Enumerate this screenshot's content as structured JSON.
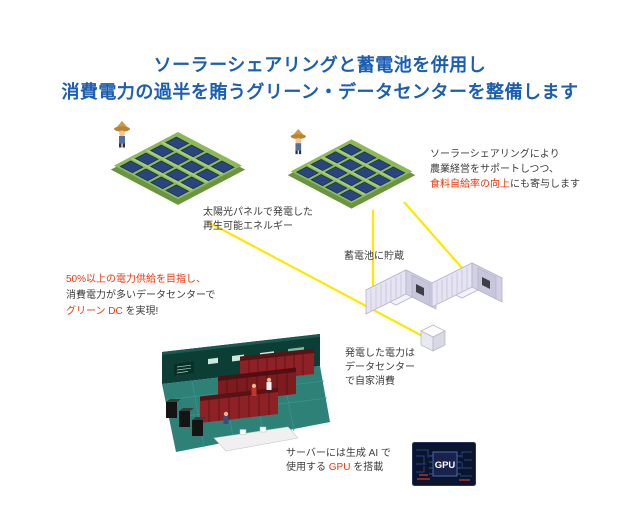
{
  "title": {
    "line1": "ソーラーシェアリングと蓄電池を併用し",
    "line2": "消費電力の過半を賄うグリーン・データセンターを整備します"
  },
  "annotations": {
    "solar_left": {
      "line1": "太陽光パネルで発電した",
      "line2": "再生可能エネルギー"
    },
    "solar_right": {
      "line1": "ソーラーシェアリングにより",
      "line2": "農業経営をサポートしつつ、",
      "line3_highlight": "食料自給率の向上",
      "line3_rest": "にも寄与します"
    },
    "battery_label": "蓄電池に貯蔵",
    "goal": {
      "line1": "50%以上の電力供給を目指し、",
      "line2": "消費電力が多いデータセンターで",
      "line3_highlight": "グリーン DC",
      "line3_rest": " を実現!"
    },
    "datacenter": {
      "line1": "発電した電力は",
      "line2": "データセンター",
      "line3": "で自家消費"
    },
    "gpu_note": {
      "line1": "サーバーには生成 AI で",
      "line2_pre": "使用する ",
      "line2_highlight": "GPU",
      "line2_rest": " を搭載"
    }
  },
  "gpu_chip": {
    "label": "GPU"
  },
  "colors": {
    "title_blue": "#1b5eb2",
    "highlight_red": "#e8380d",
    "body_text": "#3c3c3c",
    "connector_yellow": "#ffe800",
    "farm_green": "#8cbb55",
    "panel_navy": "#2a4480",
    "container_lavender": "#e6e4f2",
    "dc_floor_teal": "#2d8176",
    "dc_wall_green": "#0c3e35",
    "rack_maroon": "#8e2126"
  }
}
